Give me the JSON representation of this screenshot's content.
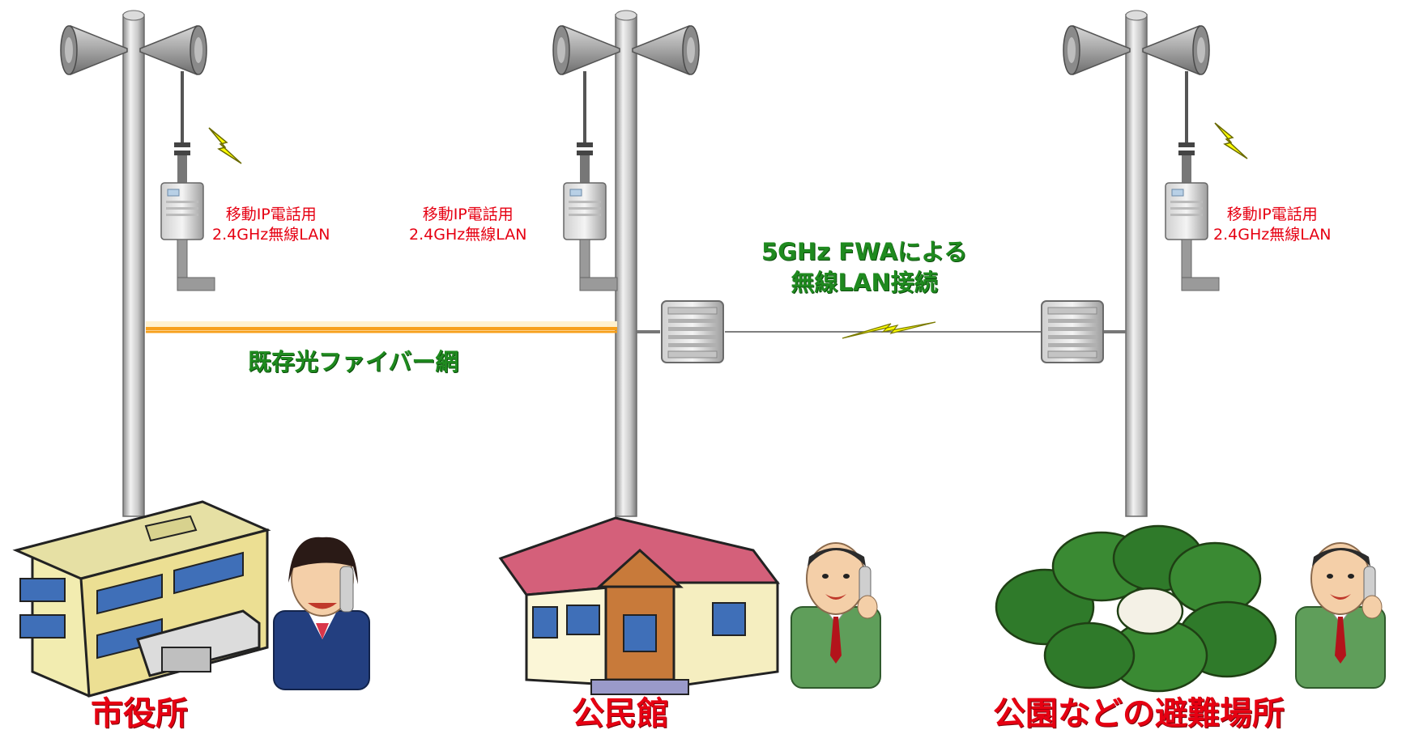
{
  "labels": {
    "wlan_line1": "移動IP電話用",
    "wlan_line2": "2.4GHz無線LAN",
    "fiber": "既存光ファイバー網",
    "fwa_line1": "5GHz FWAによる",
    "fwa_line2": "無線LAN接続"
  },
  "sites": [
    {
      "name": "市役所"
    },
    {
      "name": "公民館"
    },
    {
      "name": "公園などの避難場所"
    }
  ],
  "colors": {
    "label_red": "#e60012",
    "label_green": "#1f8a1f",
    "fiber_orange": "#f7a01c",
    "lightning_yellow": "#ffff00"
  },
  "icons": [
    "speaker-horn-icon",
    "wlan-access-point-icon",
    "fwa-radio-unit-icon",
    "lightning-icon",
    "city-hall-icon",
    "community-hall-icon",
    "park-trees-icon",
    "person-on-phone-icon"
  ]
}
